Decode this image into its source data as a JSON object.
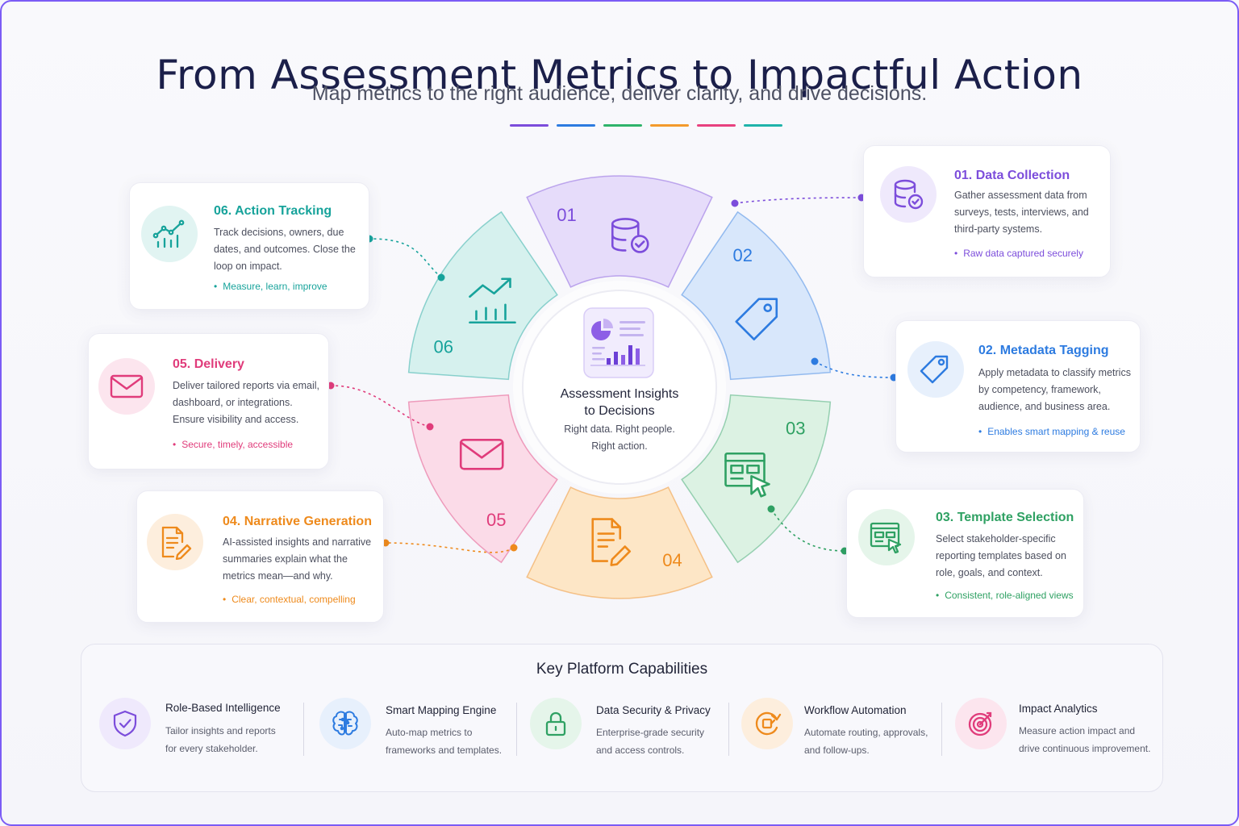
{
  "header": {
    "title": "From Assessment Metrics to Impactful Action",
    "subtitle": "Map metrics to the right audience, deliver clarity, and drive decisions."
  },
  "accent_colors": [
    "#7c4ddb",
    "#2d7be0",
    "#2fb36b",
    "#f39a2b",
    "#e8417f",
    "#1fb3aa"
  ],
  "center": {
    "title_line1": "Assessment Insights",
    "title_line2": "to Decisions",
    "sub_line1": "Right data. Right people.",
    "sub_line2": "Right action."
  },
  "segments": [
    {
      "number": "01",
      "color": "#7c4ddb",
      "fill": "#e6dcfa",
      "icon": "database-check-icon"
    },
    {
      "number": "02",
      "color": "#2d7be0",
      "fill": "#d8e7fb",
      "icon": "tag-icon"
    },
    {
      "number": "03",
      "color": "#2fa163",
      "fill": "#dcf2e3",
      "icon": "template-cursor-icon"
    },
    {
      "number": "04",
      "color": "#ee8a1c",
      "fill": "#fde6c6",
      "icon": "document-pen-icon"
    },
    {
      "number": "05",
      "color": "#e03c7b",
      "fill": "#fbdbe8",
      "icon": "mail-icon"
    },
    {
      "number": "06",
      "color": "#17a39b",
      "fill": "#d6f1ee",
      "icon": "trend-chart-icon"
    }
  ],
  "steps": [
    {
      "title": "01. Data Collection",
      "color": "#7c4ddb",
      "desc": [
        "Gather assessment data from",
        "surveys, tests, interviews, and",
        "third-party systems."
      ],
      "note": "Raw data captured securely"
    },
    {
      "title": "02. Metadata Tagging",
      "color": "#2d7be0",
      "desc": [
        "Apply metadata to classify metrics",
        "by competency, framework,",
        "audience, and business area."
      ],
      "note": "Enables smart mapping & reuse"
    },
    {
      "title": "03. Template Selection",
      "color": "#2fa163",
      "desc": [
        "Select stakeholder-specific",
        "reporting templates based on",
        "role, goals, and context."
      ],
      "note": "Consistent, role-aligned views"
    },
    {
      "title": "04. Narrative Generation",
      "color": "#ee8a1c",
      "desc": [
        "AI-assisted insights and narrative",
        "summaries explain what the",
        "metrics mean—and why."
      ],
      "note": "Clear, contextual, compelling"
    },
    {
      "title": "05. Delivery",
      "color": "#e03c7b",
      "desc": [
        "Deliver tailored reports via email,",
        "dashboard, or integrations.",
        "Ensure visibility and access."
      ],
      "note": "Secure, timely, accessible"
    },
    {
      "title": "06. Action Tracking",
      "color": "#17a39b",
      "desc": [
        "Track decisions, owners, due",
        "dates, and outcomes. Close the",
        "loop on impact."
      ],
      "note": "Measure, learn, improve"
    }
  ],
  "capabilities": {
    "title": "Key Platform Capabilities",
    "items": [
      {
        "title": "Role-Based Intelligence",
        "desc": [
          "Tailor insights and reports",
          "for every stakeholder."
        ],
        "color": "#7c4ddb",
        "icon": "shield-check-icon"
      },
      {
        "title": "Smart Mapping Engine",
        "desc": [
          "Auto-map metrics to",
          "frameworks and templates."
        ],
        "color": "#2d7be0",
        "icon": "brain-icon"
      },
      {
        "title": "Data Security & Privacy",
        "desc": [
          "Enterprise-grade security",
          "and access controls."
        ],
        "color": "#2fa163",
        "icon": "lock-icon"
      },
      {
        "title": "Workflow Automation",
        "desc": [
          "Automate routing, approvals,",
          "and follow-ups."
        ],
        "color": "#ee8a1c",
        "icon": "refresh-arrow-icon"
      },
      {
        "title": "Impact Analytics",
        "desc": [
          "Measure action impact and",
          "drive continuous improvement."
        ],
        "color": "#e03c7b",
        "icon": "target-icon"
      }
    ]
  }
}
